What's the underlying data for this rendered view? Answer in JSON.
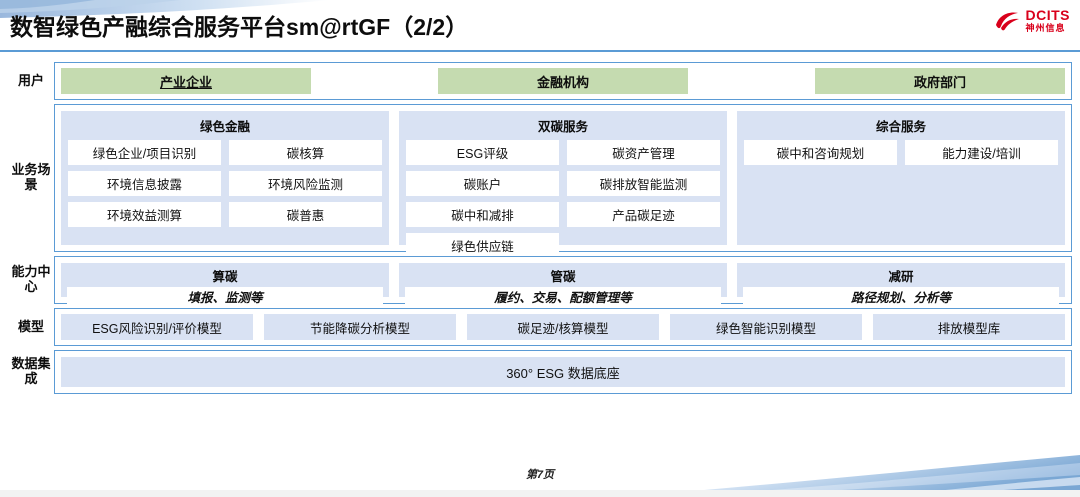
{
  "header": {
    "title": "数智绿色产融综合服务平台sm@rtGF（2/2）",
    "logo_en": "DCITS",
    "logo_cn": "神州信息",
    "brand_red": "#d9001b",
    "accent_blue": "#5b9bd5"
  },
  "colors": {
    "user_green": "#c5dbb0",
    "panel_blue": "#d9e2f3",
    "border_blue": "#5b9bd5",
    "tile_white": "#ffffff"
  },
  "rows": {
    "users": {
      "label": "用户",
      "items": [
        {
          "text": "产业企业",
          "underline": true
        },
        {
          "text": "金融机构",
          "underline": false
        },
        {
          "text": "政府部门",
          "underline": false
        }
      ]
    },
    "scenarios": {
      "label": "业务场景",
      "columns": [
        {
          "title": "绿色金融",
          "tiles": [
            "绿色企业/项目识别",
            "碳核算",
            "环境信息披露",
            "环境风险监测",
            "环境效益测算",
            "碳普惠"
          ]
        },
        {
          "title": "双碳服务",
          "tiles": [
            "ESG评级",
            "碳资产管理",
            "碳账户",
            "碳排放智能监测",
            "碳中和减排",
            "产品碳足迹",
            "绿色供应链"
          ]
        },
        {
          "title": "综合服务",
          "tiles": [
            "碳中和咨询规划",
            "能力建设/培训"
          ]
        }
      ]
    },
    "capability": {
      "label": "能力中心",
      "columns": [
        {
          "title": "算碳",
          "subtitle": "填报、监测等"
        },
        {
          "title": "管碳",
          "subtitle": "履约、交易、配额管理等"
        },
        {
          "title": "减研",
          "subtitle": "路径规划、分析等"
        }
      ]
    },
    "model": {
      "label": "模型",
      "items": [
        "ESG风险识别/评价模型",
        "节能降碳分析模型",
        "碳足迹/核算模型",
        "绿色智能识别模型",
        "排放模型库"
      ]
    },
    "data": {
      "label": "数据集成",
      "bar": "360° ESG 数据底座"
    }
  },
  "footer": {
    "page": "第7页"
  }
}
